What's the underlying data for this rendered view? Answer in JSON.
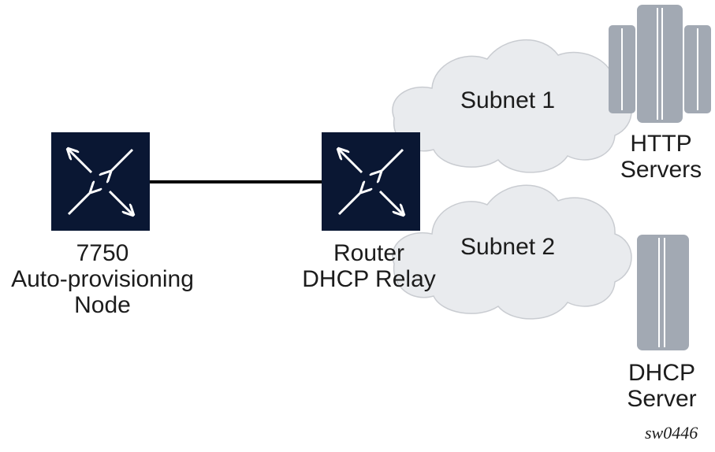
{
  "nodes": {
    "auto_node": {
      "line1": "7750",
      "line2": "Auto-provisioning",
      "line3": "Node",
      "icon": "router-icon"
    },
    "relay": {
      "line1": "Router",
      "line2": "DHCP Relay",
      "icon": "router-icon"
    },
    "subnet1": {
      "label": "Subnet 1",
      "icon": "cloud-icon"
    },
    "subnet2": {
      "label": "Subnet 2",
      "icon": "cloud-icon"
    },
    "http_servers": {
      "line1": "HTTP",
      "line2": "Servers",
      "icon": "server-rack-icon"
    },
    "dhcp_server": {
      "line1": "DHCP",
      "line2": "Server",
      "icon": "server-icon"
    }
  },
  "figure_id": "sw0446",
  "colors": {
    "router_fill": "#0a1733",
    "router_arrows": "#ffffff",
    "cloud_fill": "#e9ebee",
    "cloud_stroke": "#c9ccd1",
    "server_fill": "#a2a9b3",
    "link": "#000000"
  }
}
